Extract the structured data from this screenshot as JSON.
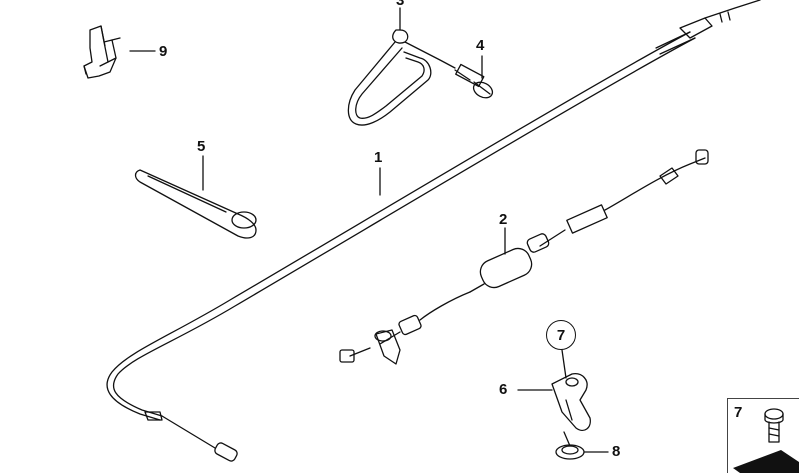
{
  "callouts": {
    "p1": "1",
    "p2": "2",
    "p3": "3",
    "p4": "4",
    "p5": "5",
    "p6": "6",
    "p7": "7",
    "p8": "8",
    "p9": "9"
  },
  "legend": {
    "label": "7"
  }
}
